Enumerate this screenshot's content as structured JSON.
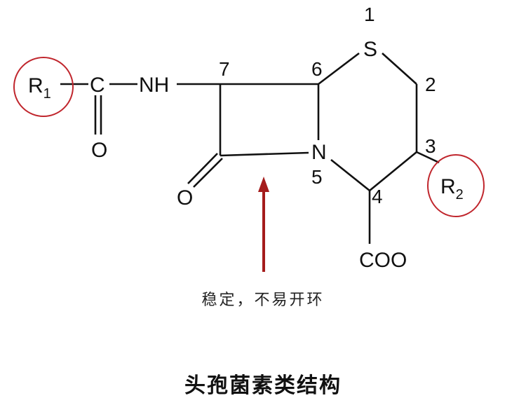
{
  "structure": {
    "r1": {
      "main": "R",
      "sub": "1"
    },
    "r2": {
      "main": "R",
      "sub": "2"
    },
    "carbonyl_c": "C",
    "amide_nh": "NH",
    "amide_o": "O",
    "lactam_o": "O",
    "sulfur": "S",
    "nitrogen": "N",
    "carboxyl": "COO",
    "positions": [
      "1",
      "2",
      "3",
      "4",
      "5",
      "6",
      "7"
    ]
  },
  "annotation": "稳定，不易开环",
  "title": "头孢菌素类结构",
  "colors": {
    "highlight": "#c0262d",
    "arrow": "#a51c1c",
    "line": "#111111"
  }
}
